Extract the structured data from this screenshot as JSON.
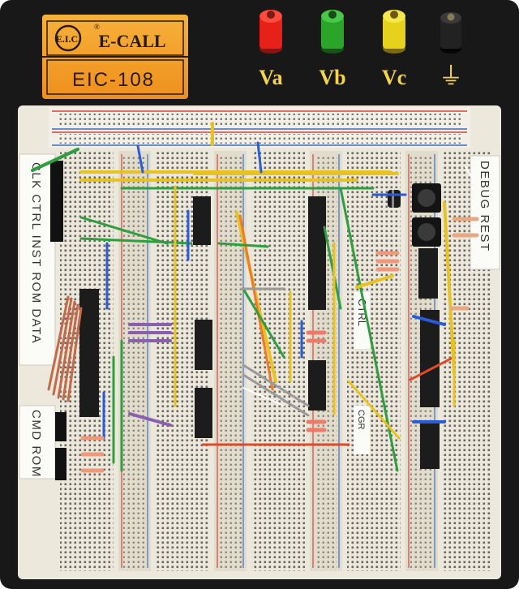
{
  "badge": {
    "eic_label": "E.I.C.",
    "brand": "E-CALL",
    "model": "EIC-108",
    "registered_mark": "®"
  },
  "terminals": [
    {
      "label": "Va",
      "color": "#e8201a"
    },
    {
      "label": "Vb",
      "color": "#2aa52a"
    },
    {
      "label": "Vc",
      "color": "#e6d21a"
    },
    {
      "label": "",
      "color": "#141414"
    }
  ],
  "ground_symbol": "⏚",
  "paper_labels": {
    "left_top": "CLK CTRL INST ROM DATA",
    "left_bottom": "CMD ROM",
    "mid_ctrl": "CTRL",
    "mid_small": "CGR",
    "right": "DEBUG REST"
  },
  "colors": {
    "base": "#1a1a1a",
    "board": "#ece8dc",
    "rail_red": "#d8453a",
    "rail_blue": "#3d6fc4",
    "badge_orange": "#f2a12a"
  },
  "wire_colors": [
    "#e8c320",
    "#2e9e3e",
    "#e04a2a",
    "#2a5bd8",
    "#8a5fb0",
    "#9a9a9a",
    "#ffffff",
    "#f07a2a"
  ]
}
